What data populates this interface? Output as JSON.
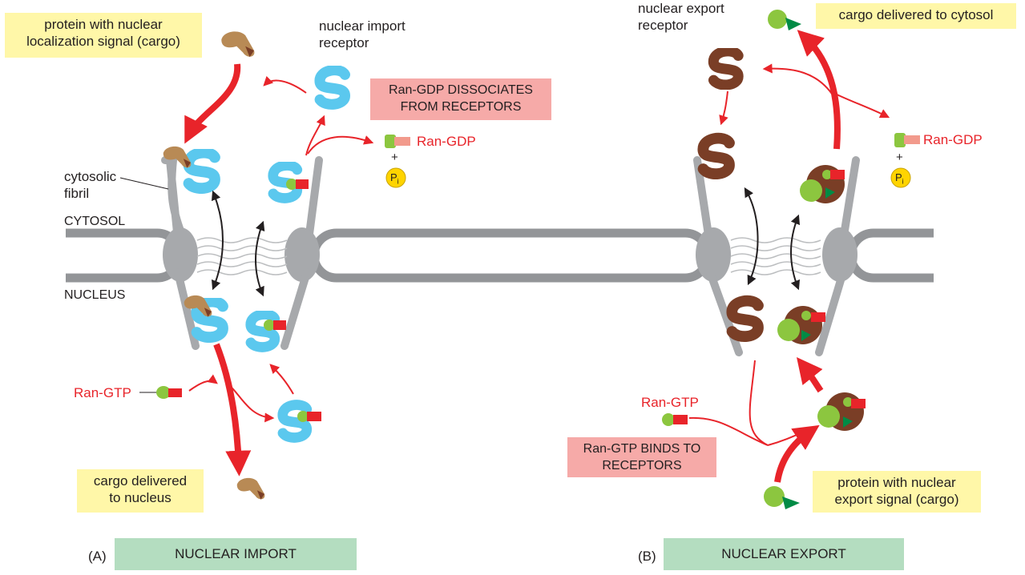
{
  "import_panel": {
    "cargo_label": "protein with nuclear localization signal (cargo)",
    "cargo_label_line1": "protein with nuclear",
    "cargo_label_line2": "localization signal (cargo)",
    "receptor_label_line1": "nuclear import",
    "receptor_label_line2": "receptor",
    "dissociates_line1": "Ran-GDP DISSOCIATES",
    "dissociates_line2": "FROM RECEPTORS",
    "ran_gdp": "Ran-GDP",
    "plus": "+",
    "pi": "P",
    "pi_sub": "i",
    "fibril_line1": "cytosolic",
    "fibril_line2": "fibril",
    "cytosol": "CYTOSOL",
    "nucleus": "NUCLEUS",
    "ran_gtp": "Ran-GTP",
    "delivered_line1": "cargo delivered",
    "delivered_line2": "to nucleus",
    "panel_letter": "(A)",
    "title": "NUCLEAR IMPORT"
  },
  "export_panel": {
    "receptor_label_line1": "nuclear export",
    "receptor_label_line2": "receptor",
    "delivered": "cargo delivered to cytosol",
    "ran_gdp": "Ran-GDP",
    "plus": "+",
    "pi": "P",
    "pi_sub": "i",
    "ran_gtp": "Ran-GTP",
    "binds_line1": "Ran-GTP BINDS TO",
    "binds_line2": "RECEPTORS",
    "cargo_line1": "protein with nuclear",
    "cargo_line2": "export signal (cargo)",
    "panel_letter": "(B)",
    "title": "NUCLEAR EXPORT"
  },
  "colors": {
    "import_receptor": "#5bc8ee",
    "export_receptor": "#7a3e26",
    "import_cargo": "#b88a55",
    "export_cargo": "#8cc63f",
    "ran": "#e8242a",
    "ran_gdp": "#f29a8c",
    "arrow_red": "#e8242a",
    "membrane": "#939598",
    "title_box": "#b4ddc0",
    "label_box": "#fff7a8",
    "pink_box": "#f6aaa8"
  }
}
